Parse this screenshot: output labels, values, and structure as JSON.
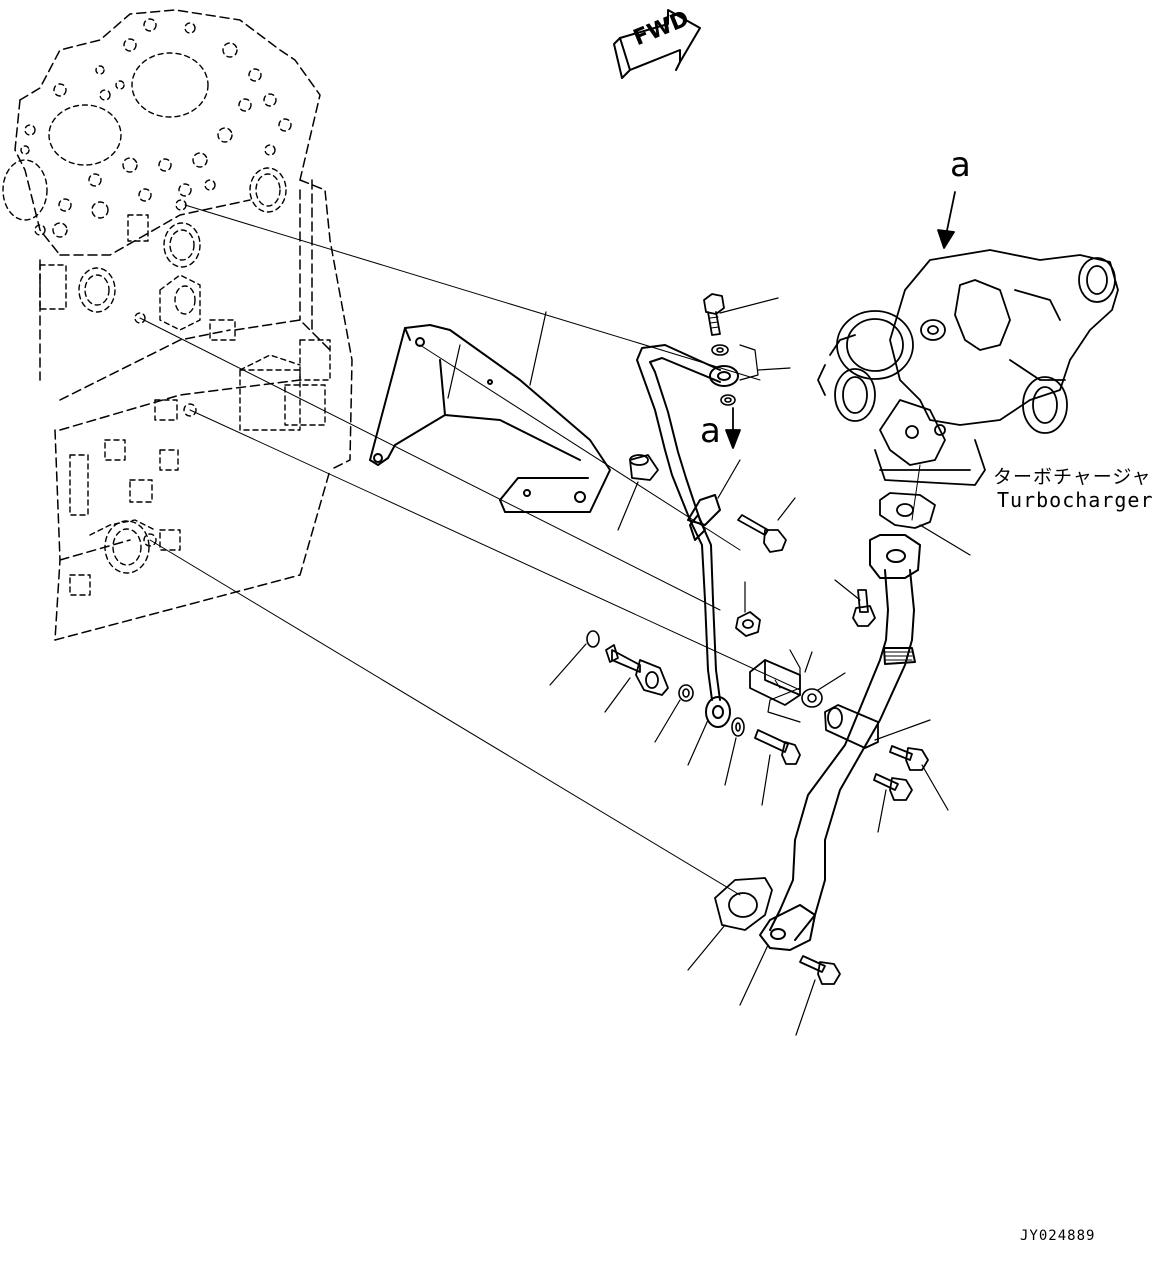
{
  "fwd_label": "FWD",
  "callouts": {
    "upper_a": "a",
    "lower_a": "a"
  },
  "turbocharger": {
    "label_jp": "ターボチャージャ",
    "label_en": "Turbocharger"
  },
  "drawing_id": "JY024889",
  "colors": {
    "line": "#000000",
    "background": "#ffffff"
  }
}
